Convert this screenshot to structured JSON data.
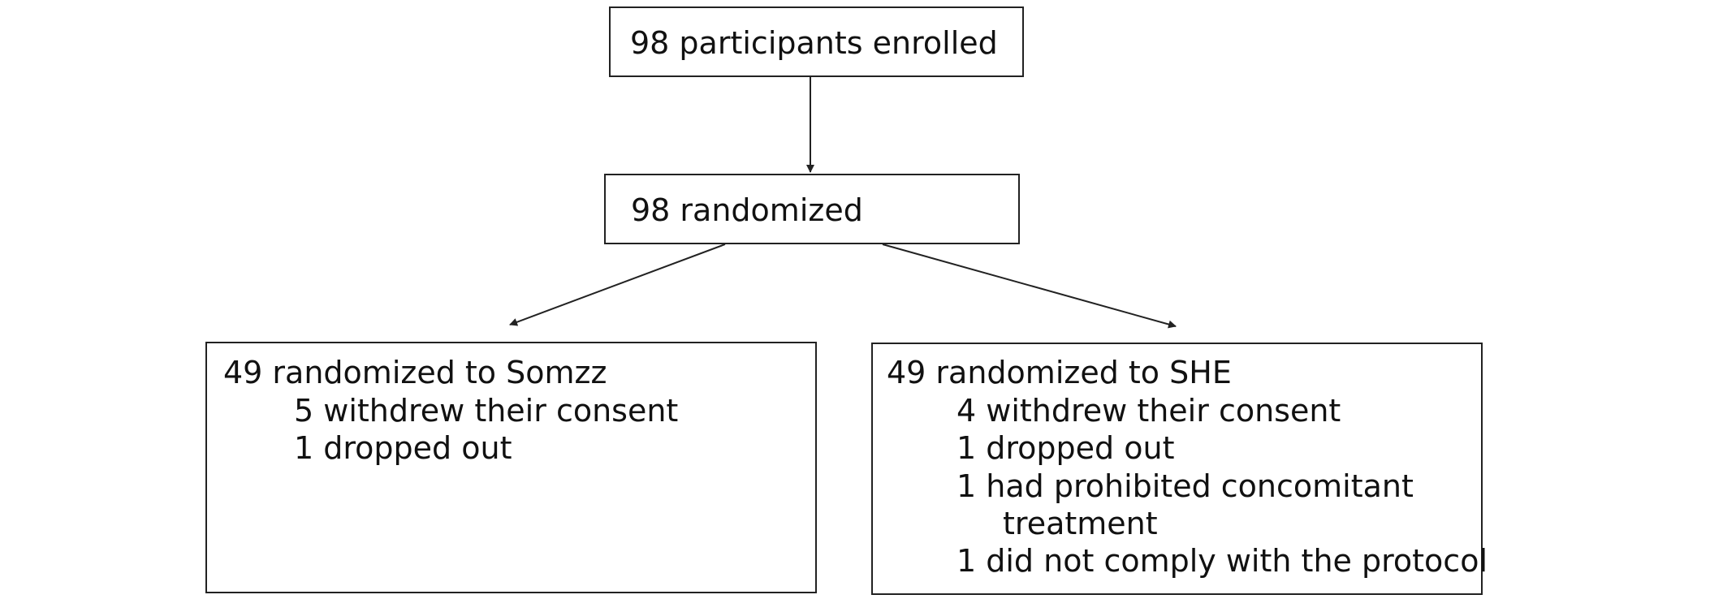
{
  "flowchart": {
    "enrolled": {
      "label": "98 participants enrolled"
    },
    "randomized": {
      "label": "98 randomized"
    },
    "arm_somzz": {
      "title": "49 randomized to Somzz",
      "lines": [
        "5 withdrew their consent",
        "1 dropped out"
      ]
    },
    "arm_she": {
      "title": "49 randomized to SHE",
      "lines": [
        "4 withdrew their consent",
        "1 dropped out",
        "1 had prohibited concomitant",
        "treatment",
        "1 did not comply with the protocol"
      ]
    }
  },
  "colors": {
    "line": "#222222",
    "text": "#111111",
    "background": "#ffffff"
  }
}
